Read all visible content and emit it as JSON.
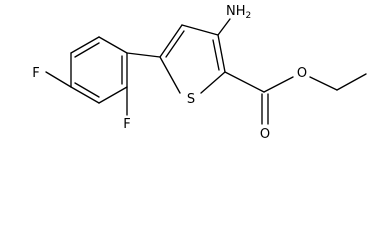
{
  "structure": {
    "atoms": {
      "amine": "NH",
      "amine_subscript": "2",
      "sulfur": "S",
      "carbonyl_oxygen": "O",
      "ester_oxygen": "O",
      "fluorine_para": "F",
      "fluorine_ortho": "F"
    }
  }
}
